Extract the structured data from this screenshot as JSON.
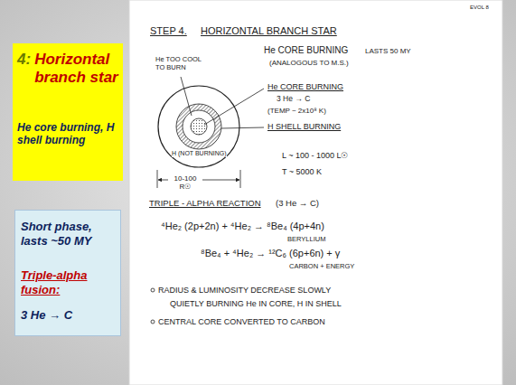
{
  "diagram": {
    "nodes": [
      {
        "text": [
          "4:",
          "Horizontal branch star",
          "He core burning, H shell burning"
        ]
      },
      {
        "text": [
          "Short phase, lasts ~50 MY",
          "Triple-alpha fusion:",
          "3 He → C"
        ]
      },
      {
        "text": [
          "H (NOT BURNING)"
        ]
      }
    ],
    "labels": [
      "EVOL 8",
      "STEP 4.",
      "HORIZONTAL BRANCH STAR",
      "He CORE BURNING",
      "LASTS 50 MY",
      "(ANALOGOUS TO M.S.)",
      "He TOO COOL TO BURN",
      "He CORE BURNING",
      "3 He → C",
      "(TEMP ~ 2x10⁸ K)",
      "H SHELL BURNING",
      "10-100 R☉",
      "L ~ 100 - 1000 L☉",
      "T ~ 5000 K",
      "TRIPLE - ALPHA REACTION",
      "(3 He → C)",
      "⁴He₂ (2p+2n) + ⁴He₂ → ⁸Be₄ (4p+4n)",
      "BERYLLIUM",
      "⁸Be₄ + ⁴He₂ → ¹²C₆ (6p+6n) + γ",
      "CARBON + ENERGY",
      "RADIUS & LUMINOSITY DECREASE SLOWLY",
      "QUIETLY BURNING He IN CORE, H IN SHELL",
      "CENTRAL CORE CONVERTED TO CARBON"
    ]
  }
}
